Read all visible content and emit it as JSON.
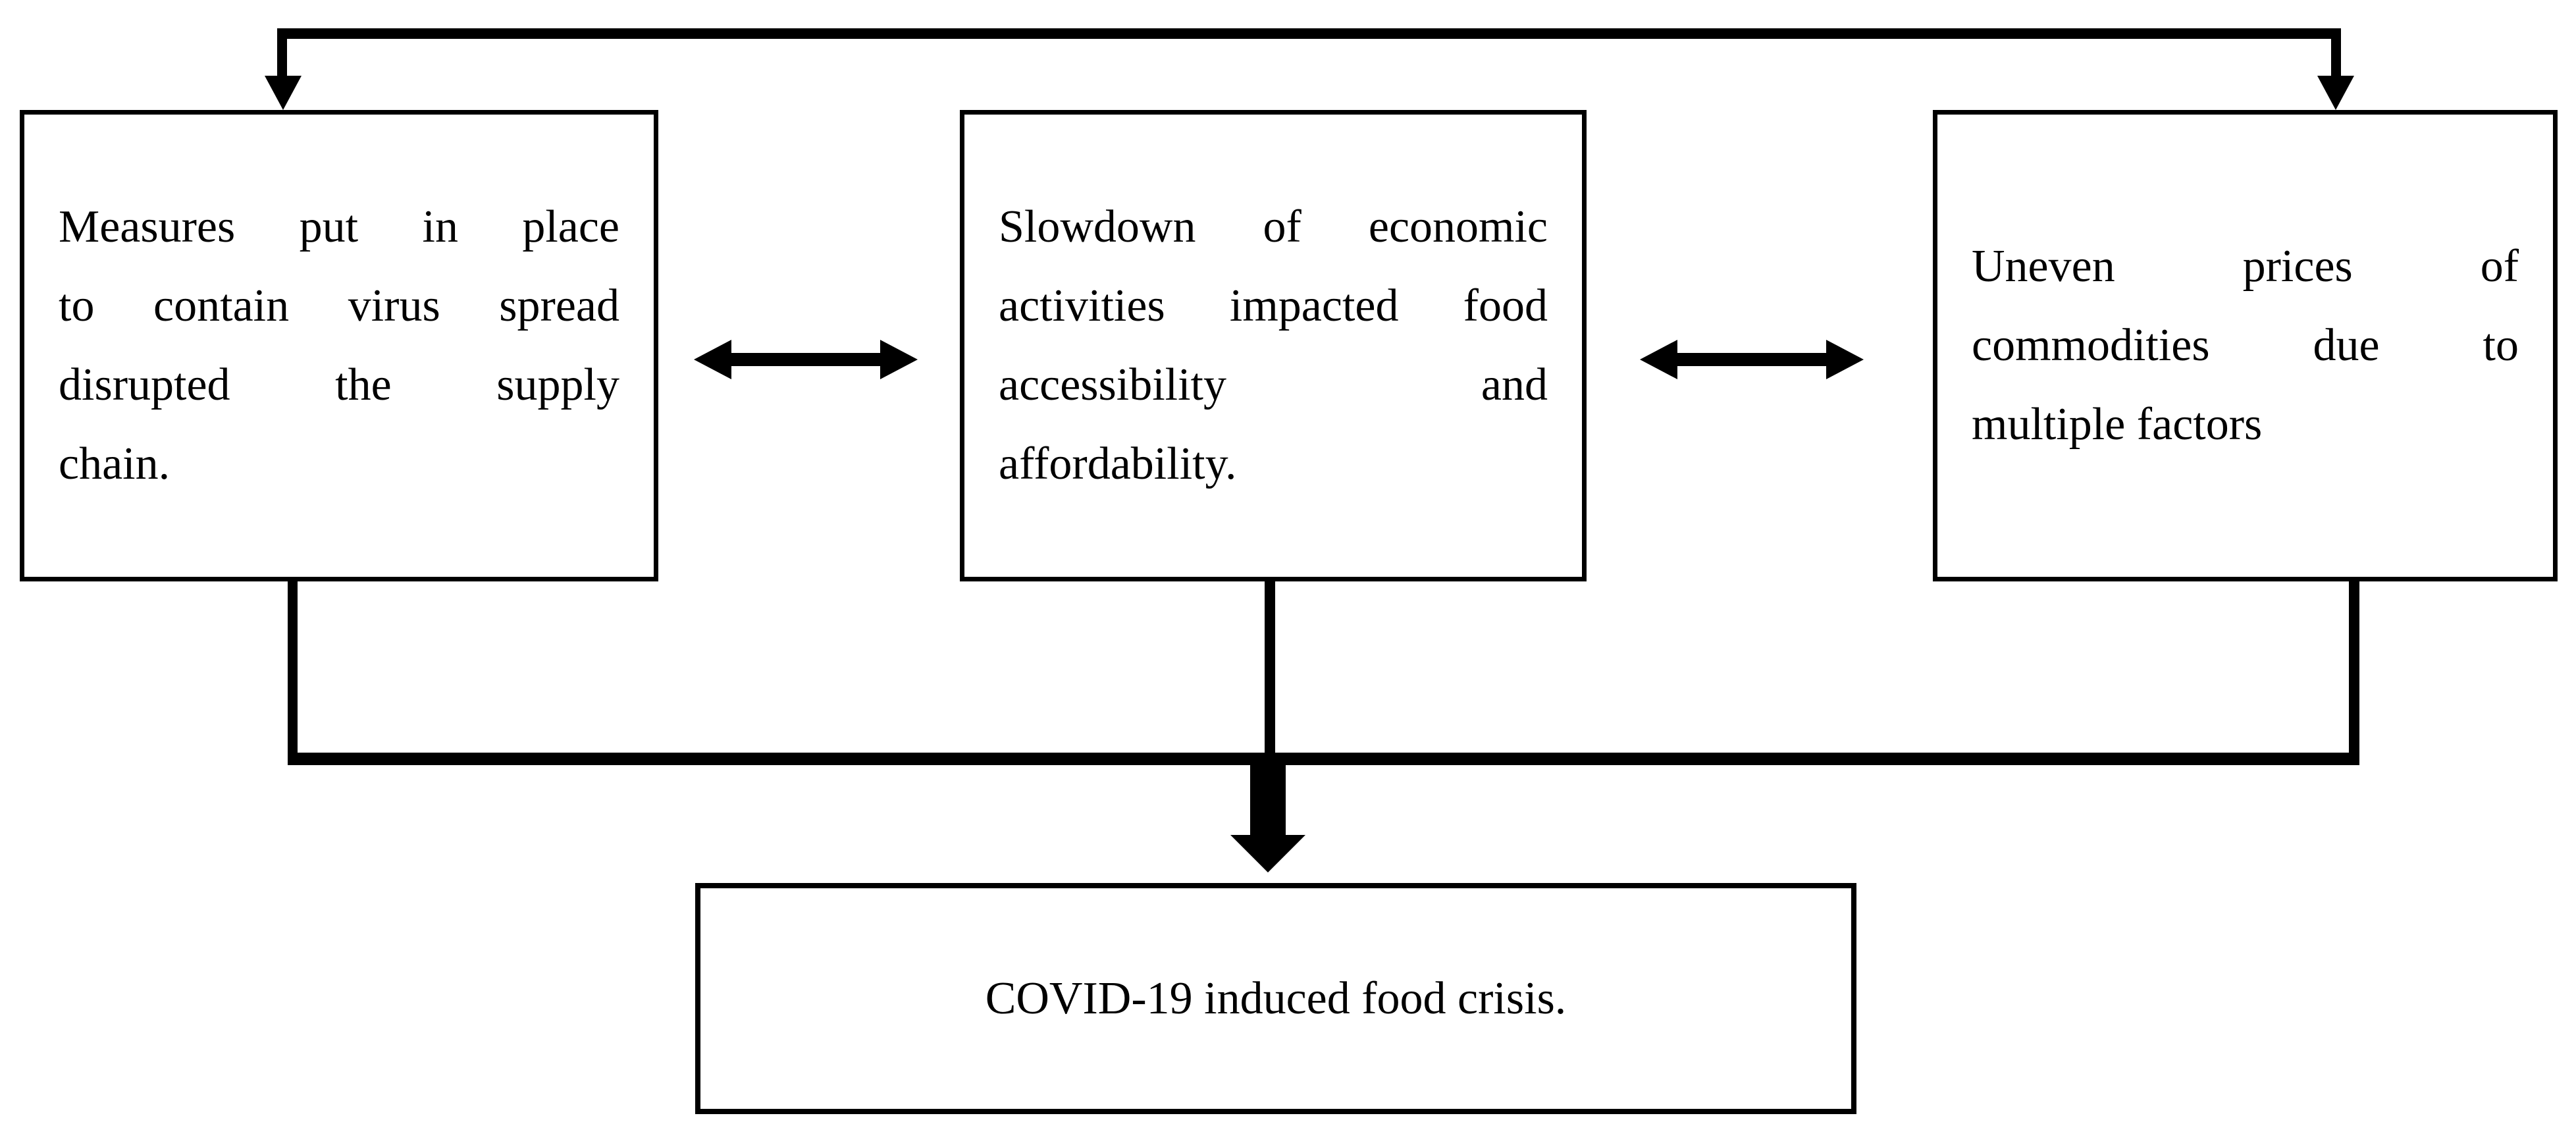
{
  "figure": {
    "background_color": "#ffffff",
    "line_color": "#000000",
    "text_color": "#000000"
  },
  "icons": {
    "double_arrow": "bidirectional horizontal arrow ↔",
    "down_arrow": "downward arrow ↓",
    "bold_down_arrow": "thick downward merge arrow ↓"
  },
  "boxes": {
    "supply_chain": {
      "lines": [
        "Measures put in place",
        "to contain virus spread",
        "disrupted the supply",
        "chain."
      ]
    },
    "economic_slowdown": {
      "lines": [
        "Slowdown of economic",
        "activities impacted food",
        "accessibility and",
        "affordability."
      ]
    },
    "uneven_prices": {
      "lines": [
        "Uneven prices of",
        "commodities due to",
        "multiple factors"
      ]
    },
    "food_crisis": {
      "label": "COVID-19 induced food crisis."
    }
  }
}
